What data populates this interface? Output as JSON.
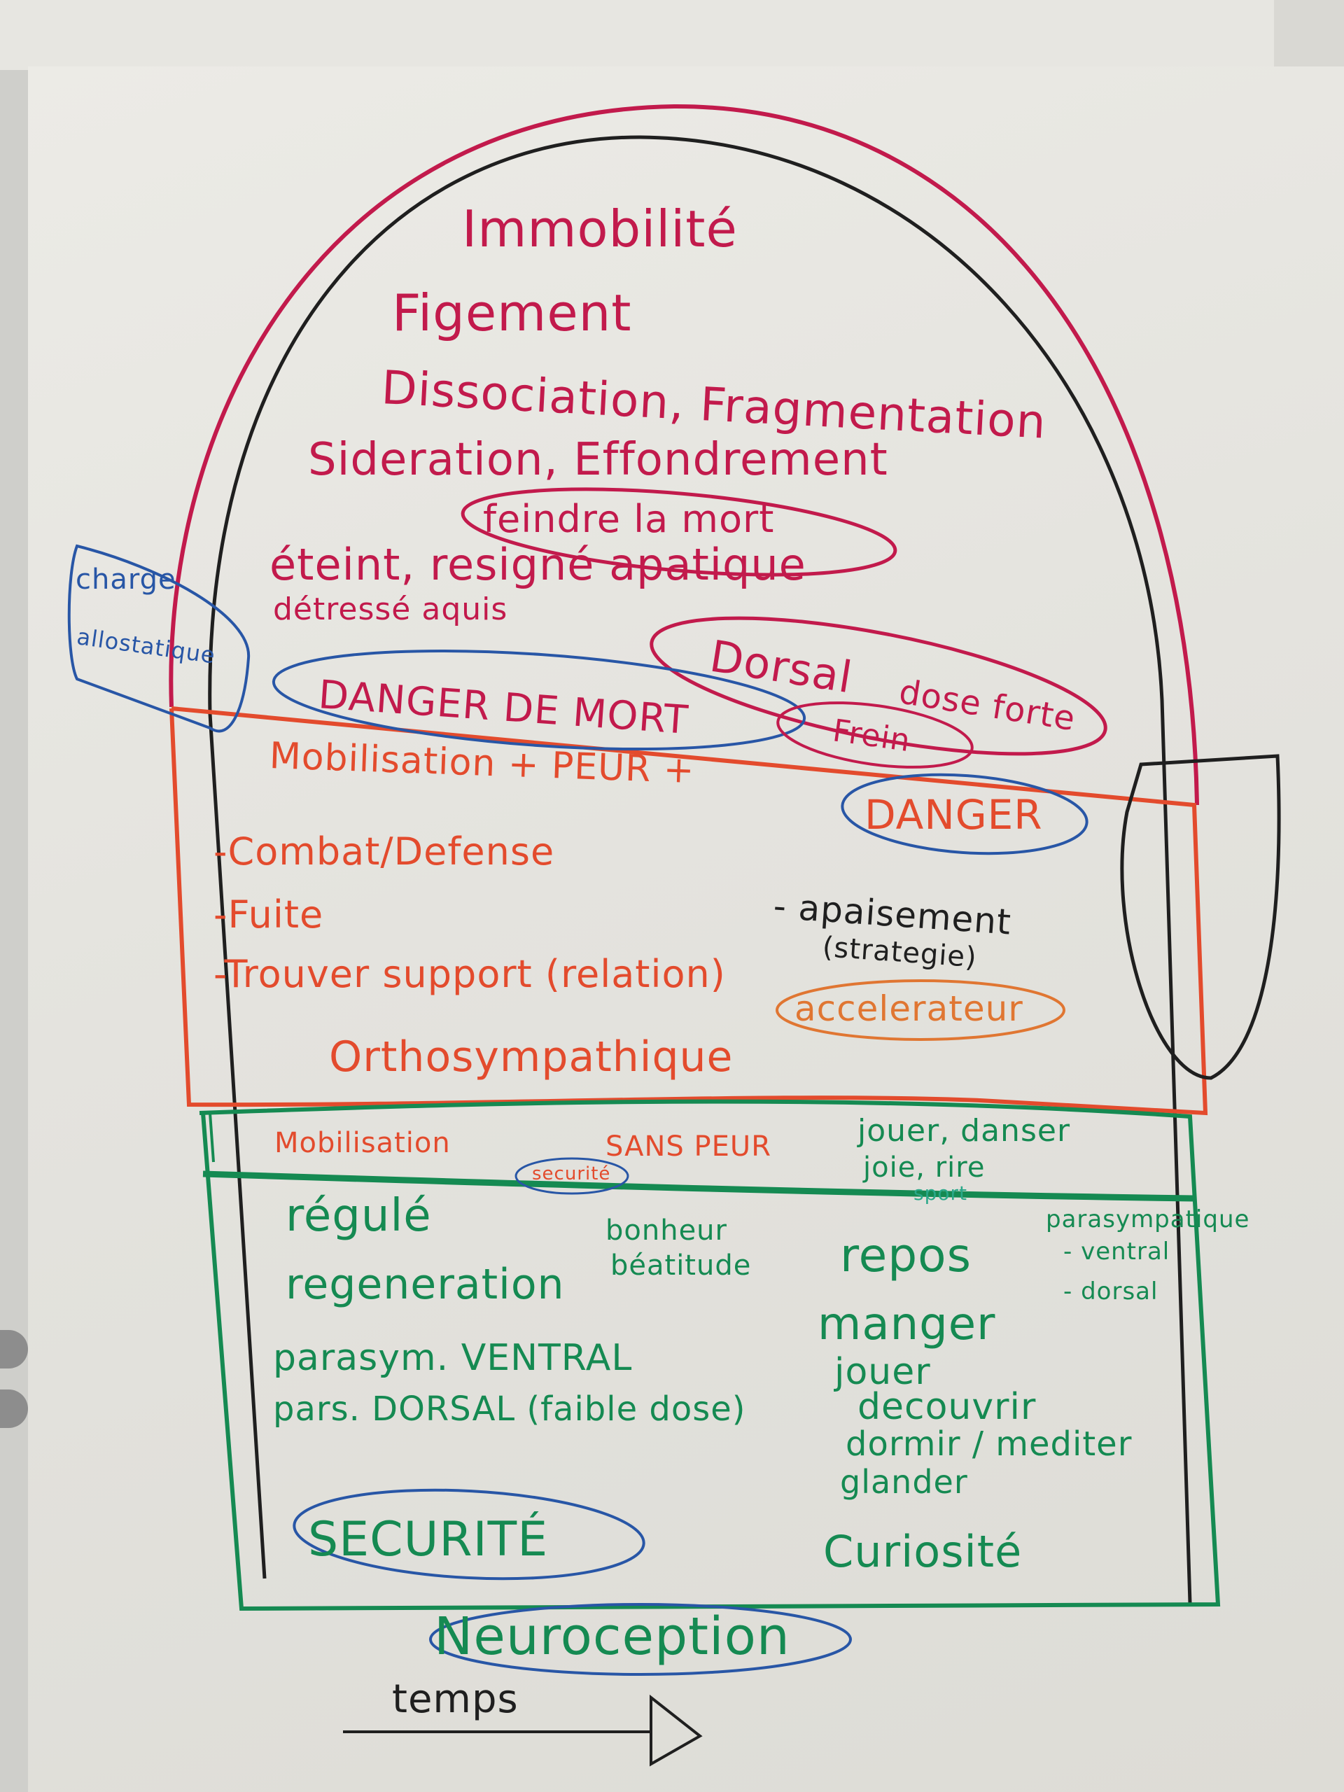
{
  "colors": {
    "freeze_zone": "#c21a4c",
    "mobilisation_zone": "#e34b2d",
    "security_zone": "#158a52",
    "annotations_blue": "#2856a6",
    "annotations_black": "#1f1f1f",
    "accelerator": "#e07632"
  },
  "freeze_zone": {
    "immobilite": "Immobilité",
    "figement": "Figement",
    "dissociation": "Dissociation, Fragmentation",
    "sideration": "Sideration, Effondrement",
    "feindre": "feindre la mort",
    "eteint": "éteint, resigné apatique",
    "detresse": "détressé aquis",
    "dorsal": "Dorsal",
    "dose_forte": "dose forte",
    "danger_mort": "DANGER DE MORT",
    "frein": "Frein"
  },
  "side_note": {
    "line1": "charge",
    "line2": "allostatique"
  },
  "mobilisation_zone": {
    "title": "Mobilisation + PEUR +",
    "danger": "DANGER",
    "combat": "-Combat/Defense",
    "fuite": "-Fuite",
    "support": "-Trouver support (relation)",
    "apaisement": "- apaisement",
    "strategie": "(strategie)",
    "accelerateur": "accelerateur",
    "ortho": "Orthosympathique"
  },
  "play_zone": {
    "mobilisation": "Mobilisation",
    "sans_peur": "SANS PEUR",
    "securite_small": "securité",
    "jouer_danser": "jouer, danser",
    "joie_rire": "joie, rire",
    "sport": "sport"
  },
  "security_zone": {
    "regule": "régulé",
    "regeneration": "regeneration",
    "bonheur": "bonheur",
    "beatitude": "béatitude",
    "repos": "repos",
    "parasympathique": "parasympatique",
    "ventral": "- ventral",
    "dorsal": "- dorsal",
    "manger": "manger",
    "jouer": "jouer",
    "decouvrir": "decouvrir",
    "dormir": "dormir / mediter",
    "glander": "glander",
    "parasym_ventral": "parasym. VENTRAL",
    "pars_dorsal": "pars. DORSAL (faible dose)",
    "securite": "SECURITÉ",
    "curiosite": "Curiosité"
  },
  "footer": {
    "neuroception": "Neuroception",
    "temps": "temps"
  }
}
